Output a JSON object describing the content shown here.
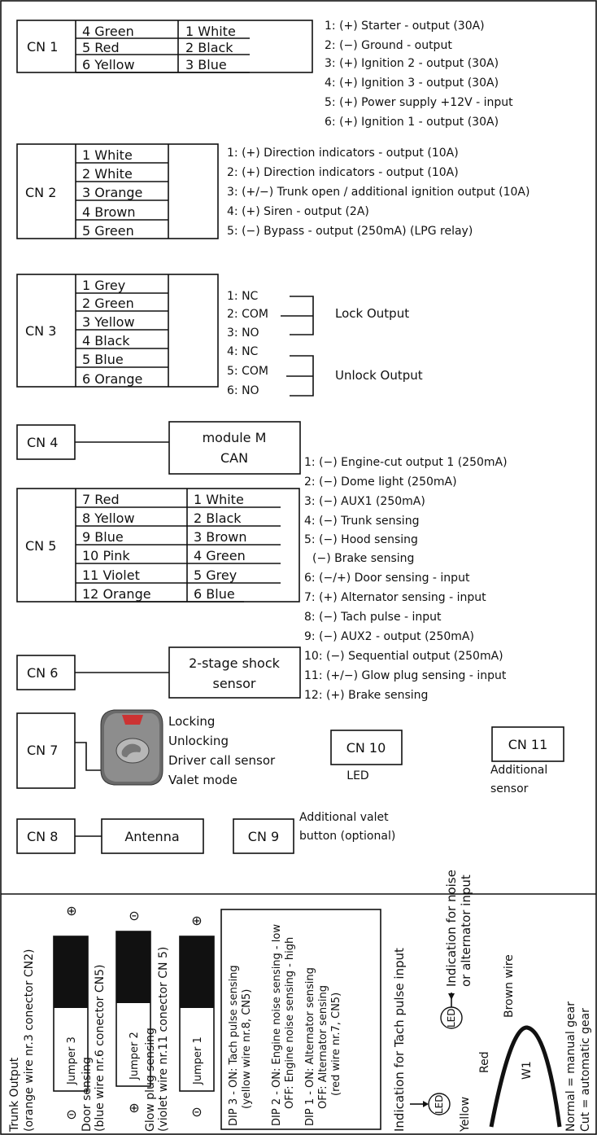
{
  "cn1": {
    "label": "CN 1",
    "col1": [
      "4 Green",
      "5 Red",
      "6 Yellow"
    ],
    "col2": [
      "1 White",
      "2 Black",
      "3 Blue"
    ],
    "desc": [
      "1: (+) Starter - output (30A)",
      "2: (−) Ground - output",
      "3: (+) Ignition 2 - output (30A)",
      "4: (+) Ignition 3 - output (30A)",
      "5: (+) Power supply +12V - input",
      "6: (+) Ignition 1 - output (30A)"
    ]
  },
  "cn2": {
    "label": "CN 2",
    "wires": [
      "1 White",
      "2 White",
      "3 Orange",
      "4 Brown",
      "5 Green"
    ],
    "desc": [
      "1: (+) Direction indicators - output (10A)",
      "2: (+) Direction indicators - output (10A)",
      "3: (+/−) Trunk open / additional ignition output (10A)",
      "4: (+) Siren - output (2A)",
      "5: (−) Bypass - output (250mA) (LPG relay)"
    ]
  },
  "cn3": {
    "label": "CN 3",
    "wires": [
      "1 Grey",
      "2 Green",
      "3 Yellow",
      "4 Black",
      "5 Blue",
      "6 Orange"
    ],
    "pins": [
      "1: NC",
      "2: COM",
      "3: NO",
      "4: NC",
      "5: COM",
      "6: NO"
    ],
    "lock_label": "Lock Output",
    "unlock_label": "Unlock Output"
  },
  "cn4": {
    "label": "CN 4",
    "module_line1": "module M",
    "module_line2": "CAN"
  },
  "cn5": {
    "label": "CN 5",
    "col1": [
      "7 Red",
      "8 Yellow",
      "9 Blue",
      "10 Pink",
      "11 Violet",
      "12 Orange"
    ],
    "col2": [
      "1 White",
      "2 Black",
      "3 Brown",
      "4 Green",
      "5 Grey",
      "6 Blue"
    ],
    "desc": [
      "1: (−) Engine-cut output 1 (250mA)",
      "2: (−) Dome light (250mA)",
      "3: (−) AUX1 (250mA)",
      "4: (−) Trunk sensing",
      "5: (−) Hood sensing",
      "(−) Brake sensing",
      "6: (−/+) Door sensing - input",
      "7: (+) Alternator sensing - input",
      "8: (−) Tach pulse - input",
      "9: (−) AUX2 - output (250mA)",
      "10: (−) Sequential output (250mA)",
      "11: (+/−) Glow plug sensing - input",
      "12: (+) Brake sensing"
    ]
  },
  "cn6": {
    "label": "CN 6",
    "sensor_line1": "2-stage shock",
    "sensor_line2": "sensor"
  },
  "cn7": {
    "label": "CN 7",
    "functions": [
      "Locking",
      "Unlocking",
      "Driver call sensor",
      "Valet mode"
    ]
  },
  "cn8": {
    "label": "CN 8",
    "antenna": "Antenna"
  },
  "cn9": {
    "label": "CN 9",
    "valet_line1": "Additional valet",
    "valet_line2": "button (optional)"
  },
  "cn10": {
    "label": "CN 10",
    "sub": "LED"
  },
  "cn11": {
    "label": "CN 11",
    "sub1": "Additional",
    "sub2": "sensor"
  },
  "jumpers": {
    "plus_symbol": "⊕",
    "minus_symbol": "⊝",
    "j3_label": "Jumper 3",
    "j2_label": "Jumper 2",
    "j1_label": "Jumper 1",
    "trunk_line1": "Trunk Output",
    "trunk_line2": "(orange wire nr.3 conector CN2)",
    "door_line1": "Door sensing",
    "door_line2": "(blue wire nr.6 conector CN5)",
    "glow_line1": "Glow plug sensing",
    "glow_line2": "(violet wire nr.11 conector CN 5)"
  },
  "dip": {
    "lines": [
      "DIP 3 - ON: Tach pulse sensing",
      "(yellow wire nr.8, CN5)",
      "DIP 2 - ON: Engine noise sensing - low",
      "OFF: Engine noise sensing - high",
      "DIP 1 - ON: Alternator sensing",
      "OFF: Alternator sensing",
      "(red wire nr.7, CN5)"
    ]
  },
  "leds": {
    "tach_text": "Indication for Tach pulse input",
    "noise_line1": "Indication for noise",
    "noise_line2": "or alternator input",
    "led": "LED",
    "yellow": "Yellow",
    "red": "Red"
  },
  "w1": {
    "label": "W1",
    "brown": "Brown wire",
    "normal": "Normal = manual gear",
    "cut": "Cut = automatic gear"
  }
}
